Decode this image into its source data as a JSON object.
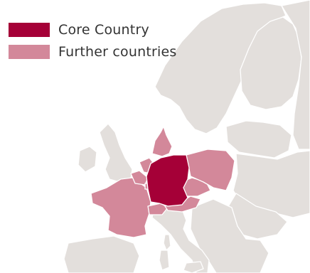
{
  "legend": {
    "items": [
      {
        "label": "Core Country",
        "color": "#a50037",
        "role": "core"
      },
      {
        "label": "Further countries",
        "color": "#d3889a",
        "role": "further"
      }
    ]
  },
  "map": {
    "land_color": "#e3dfdc",
    "border_color": "#ffffff",
    "sea_color": "#ffffff",
    "core_countries": [
      "germany"
    ],
    "further_countries": [
      "france",
      "denmark",
      "netherlands",
      "belgium",
      "luxembourg",
      "poland",
      "czechia",
      "austria",
      "switzerland"
    ]
  }
}
